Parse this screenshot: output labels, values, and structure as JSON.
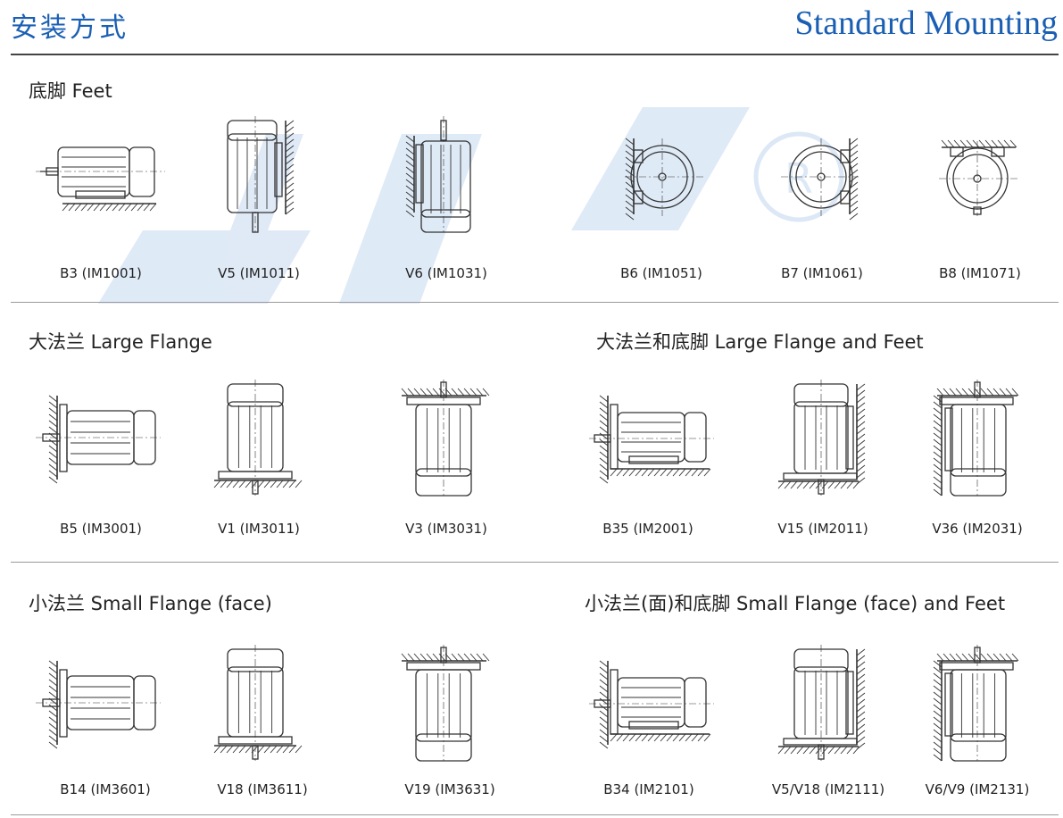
{
  "header": {
    "title_cn": "安装方式",
    "title_en": "Standard Mounting"
  },
  "colors": {
    "accent": "#1a5fb4",
    "line": "#333333",
    "watermark": "#dce8f6"
  },
  "sections": [
    {
      "id": "feet",
      "title": "底脚 Feet"
    },
    {
      "id": "large-flange",
      "title": "大法兰 Large Flange"
    },
    {
      "id": "large-flange-feet",
      "title": "大法兰和底脚 Large Flange and Feet"
    },
    {
      "id": "small-flange",
      "title": "小法兰 Small Flange (face)"
    },
    {
      "id": "small-flange-feet",
      "title": "小法兰(面)和底脚 Small Flange (face) and Feet"
    }
  ],
  "figures": [
    {
      "label": "B3 (IM1001)",
      "icon": "horizontal-motor-feet"
    },
    {
      "label": "V5 (IM1011)",
      "icon": "vertical-motor-wall-shaft-down"
    },
    {
      "label": "V6 (IM1031)",
      "icon": "vertical-motor-wall-shaft-up"
    },
    {
      "label": "B6 (IM1051)",
      "icon": "end-view-wall-left"
    },
    {
      "label": "B7 (IM1061)",
      "icon": "end-view-wall-right"
    },
    {
      "label": "B8 (IM1071)",
      "icon": "end-view-ceiling"
    },
    {
      "label": "B5 (IM3001)",
      "icon": "horizontal-motor-flange"
    },
    {
      "label": "V1 (IM3011)",
      "icon": "vertical-motor-flange-shaft-down"
    },
    {
      "label": "V3 (IM3031)",
      "icon": "vertical-motor-flange-shaft-up"
    },
    {
      "label": "B35 (IM2001)",
      "icon": "horizontal-motor-flange-feet"
    },
    {
      "label": "V15 (IM2011)",
      "icon": "vertical-motor-flange-feet-shaft-down"
    },
    {
      "label": "V36 (IM2031)",
      "icon": "vertical-motor-flange-feet-shaft-up"
    },
    {
      "label": "B14 (IM3601)",
      "icon": "horizontal-motor-face"
    },
    {
      "label": "V18 (IM3611)",
      "icon": "vertical-motor-face-shaft-down"
    },
    {
      "label": "V19 (IM3631)",
      "icon": "vertical-motor-face-shaft-up"
    },
    {
      "label": "B34 (IM2101)",
      "icon": "horizontal-motor-face-feet"
    },
    {
      "label": "V5/V18 (IM2111)",
      "icon": "vertical-motor-face-feet-shaft-down"
    },
    {
      "label": "V6/V9 (IM2131)",
      "icon": "vertical-motor-face-feet-shaft-up"
    }
  ]
}
